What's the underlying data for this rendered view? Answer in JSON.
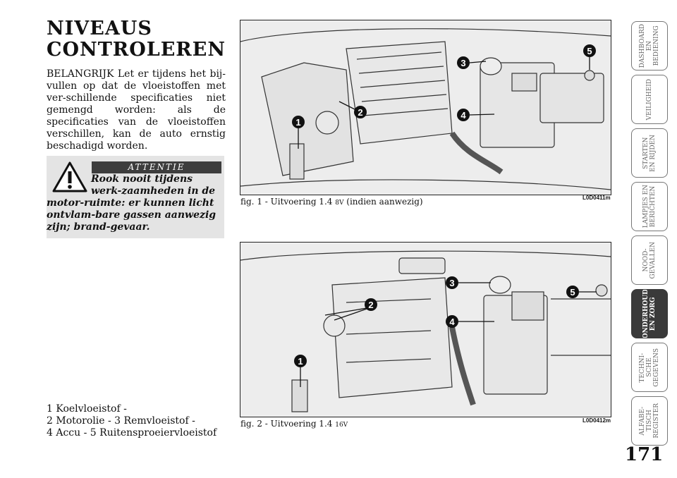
{
  "title": [
    "NIVEAUS",
    "CONTROLEREN"
  ],
  "intro_text": "BELANGRIJK Let er tijdens het bij-vullen op dat de vloeistoffen met ver-schillende specificaties niet gemengd worden: als de specificaties van de vloeistoffen verschillen, kan de auto ernstig beschadigd worden.",
  "warning": {
    "heading": "ATTENTIE",
    "text": "Rook nooit tijdens werk-zaamheden in de motor-ruimte: er kunnen licht ontvlam-bare gassen aanwezig zijn; brand-gevaar."
  },
  "figures": [
    {
      "caption_main": "fig. 1 - Uitvoering 1.4 ",
      "caption_small": "8V",
      "caption_tail": " (indien aanwezig)",
      "code": "L0D0411m",
      "callouts": [
        "1",
        "2",
        "3",
        "4",
        "5"
      ]
    },
    {
      "caption_main": "fig. 2 - Uitvoering 1.4 ",
      "caption_small": "16V",
      "caption_tail": "",
      "code": "L0D0412m",
      "callouts": [
        "1",
        "2",
        "3",
        "4",
        "5"
      ]
    }
  ],
  "legend": [
    "1 Koelvloeistof -",
    "2 Motorolie - 3 Remvloeistof -",
    "4 Accu - 5 Ruitensproeiervloeistof"
  ],
  "tabs": [
    {
      "label": "DASHBOARD\nEN\nBEDIENING",
      "active": false
    },
    {
      "label": "VEILIGHEID",
      "active": false
    },
    {
      "label": "STARTEN\nEN RIJDEN",
      "active": false
    },
    {
      "label": "LAMPJES EN\nBERICHTEN",
      "active": false
    },
    {
      "label": "NOOD-\nGEVALLEN",
      "active": false
    },
    {
      "label": "ONDERHOUD\nEN ZORG",
      "active": true
    },
    {
      "label": "TECHNI-\nSCHE\nGEGEVENS",
      "active": false
    },
    {
      "label": "ALFABE-\nTISCH\nREGISTER",
      "active": false
    }
  ],
  "page_number": "171",
  "colors": {
    "warning_bg": "#e4e4e4",
    "heading_bg": "#3d3d3d",
    "active_tab": "#3a3a3a"
  }
}
